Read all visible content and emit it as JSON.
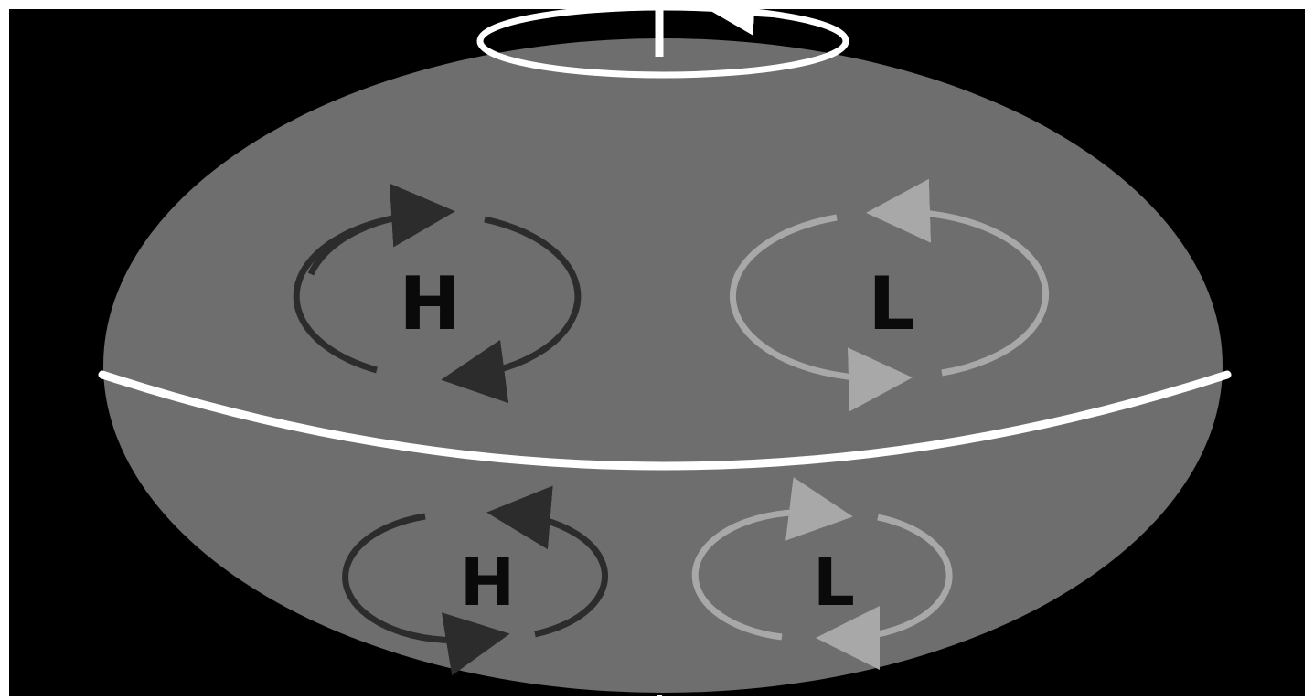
{
  "colors": {
    "background": "#000000",
    "frame": "#ffffff",
    "globe": "#6e6e6e",
    "equator": "#ffffff",
    "rotation_ring": "#ffffff",
    "high_pressure_arrows": "#2c2c2c",
    "low_pressure_arrows": "#a8a8a8",
    "label_text": "#0a0a0a"
  },
  "systems": {
    "north_high": {
      "label": "H",
      "rotation": "clockwise"
    },
    "north_low": {
      "label": "L",
      "rotation": "counterclockwise"
    },
    "south_high": {
      "label": "H",
      "rotation": "counterclockwise"
    },
    "south_low": {
      "label": "L",
      "rotation": "clockwise"
    }
  },
  "icons": {
    "rotation_indicator": "rotation-arrow-icon",
    "circulation": "circular-arrow-icon"
  }
}
